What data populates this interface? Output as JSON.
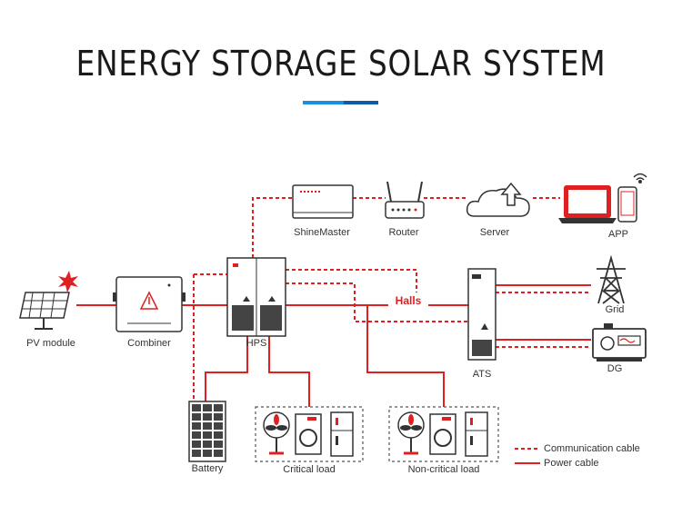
{
  "title": "ENERGY STORAGE SOLAR SYSTEM",
  "colors": {
    "power": "#e02020",
    "communication": "#e02020",
    "accent_blue": "#1a8fe0",
    "accent_dark_blue": "#0d5aa8",
    "device_gray": "#555555"
  },
  "nodes": {
    "pv_module": "PV module",
    "combiner": "Combiner",
    "hps": "HPS",
    "shinemaster": "ShineMaster",
    "router": "Router",
    "server": "Server",
    "app": "APP",
    "ats": "ATS",
    "grid": "Grid",
    "dg": "DG",
    "battery": "Battery",
    "critical_load": "Critical load",
    "non_critical_load": "Non-critical load",
    "halls": "Halls"
  },
  "legend": {
    "communication_cable": "Communication cable",
    "power_cable": "Power cable"
  },
  "icons": [
    "solar-panel-icon",
    "combiner-box-icon",
    "hps-cabinet-icon",
    "shinemaster-icon",
    "router-icon",
    "cloud-server-icon",
    "laptop-icon",
    "phone-icon",
    "wifi-icon",
    "ats-cabinet-icon",
    "grid-tower-icon",
    "generator-icon",
    "battery-rack-icon",
    "fan-icon",
    "washing-machine-icon",
    "refrigerator-icon"
  ]
}
